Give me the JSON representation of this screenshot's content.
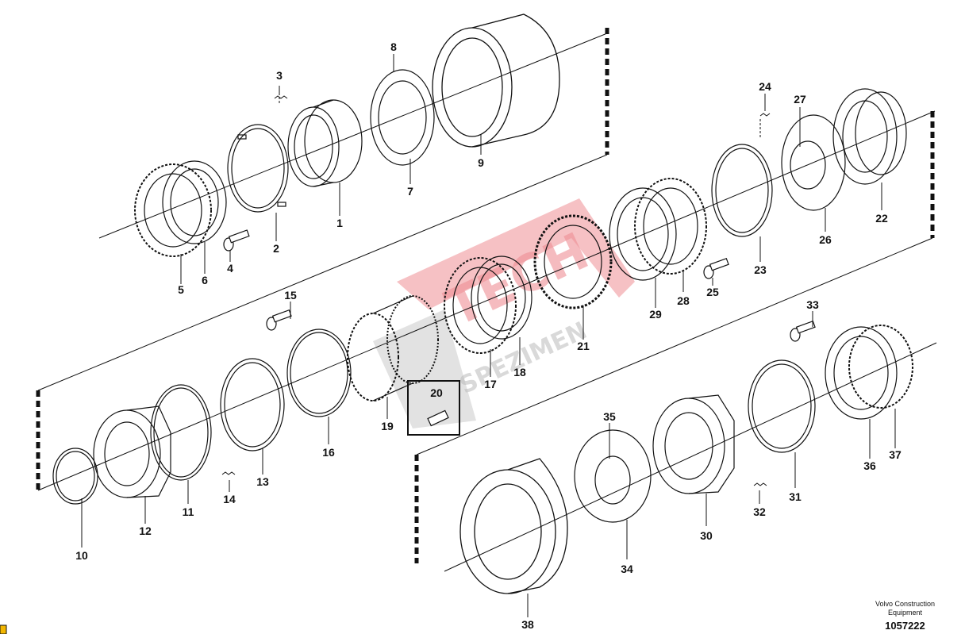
{
  "diagram": {
    "part_labels": [
      "1",
      "2",
      "3",
      "4",
      "5",
      "6",
      "7",
      "8",
      "9",
      "10",
      "11",
      "12",
      "13",
      "14",
      "15",
      "16",
      "17",
      "18",
      "19",
      "20",
      "21",
      "22",
      "23",
      "24",
      "25",
      "26",
      "27",
      "28",
      "29",
      "30",
      "31",
      "32",
      "33",
      "34",
      "35",
      "36",
      "37",
      "38"
    ]
  },
  "credit": {
    "line1": "Volvo Construction",
    "line2": "Equipment",
    "code": "1057222"
  },
  "watermark": {
    "text_main": "TECH",
    "text_sub": "SPEZIMEN"
  },
  "colors": {
    "line": "#111111",
    "watermark": "#e0323c",
    "watermark_grey": "#8a8a8a",
    "corner_badge": "#f2b600"
  },
  "icons": {
    "corner_badge": "warning-badge-icon"
  }
}
